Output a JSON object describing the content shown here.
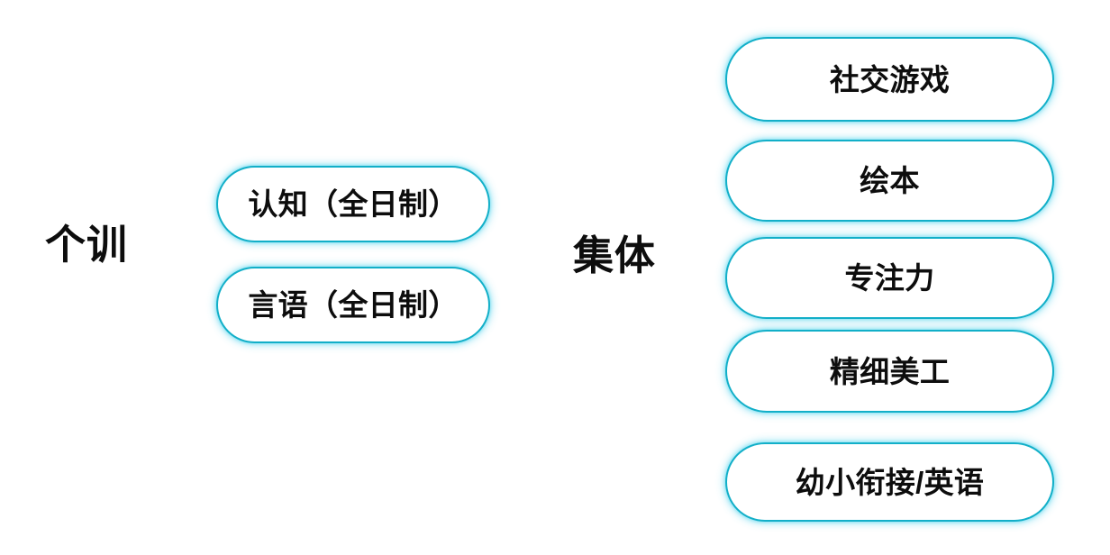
{
  "diagram": {
    "background_color": "#ffffff",
    "accent_color": "#12afc8",
    "text_color": "#0d0d0d",
    "groups": [
      {
        "id": "individual",
        "label": "个训",
        "items": [
          {
            "id": "cognition",
            "label": "认知（全日制）"
          },
          {
            "id": "speech",
            "label": "言语（全日制）"
          }
        ]
      },
      {
        "id": "group",
        "label": "集体",
        "items": [
          {
            "id": "social-game",
            "label": "社交游戏"
          },
          {
            "id": "picture-book",
            "label": "绘本"
          },
          {
            "id": "focus",
            "label": "专注力"
          },
          {
            "id": "fine-art",
            "label": "精细美工"
          },
          {
            "id": "transition-english",
            "label": "幼小衔接/英语"
          }
        ]
      }
    ]
  }
}
